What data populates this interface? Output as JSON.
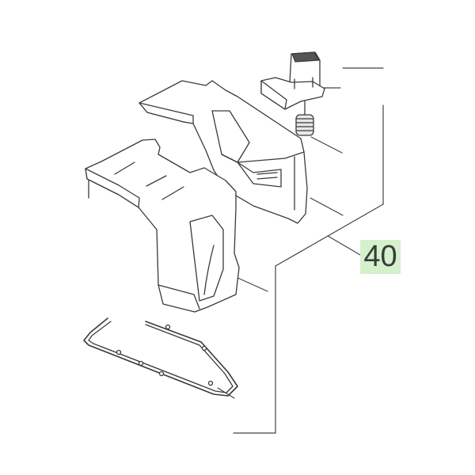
{
  "diagram": {
    "type": "exploded-parts-view",
    "parts": [
      {
        "name": "button-cap"
      },
      {
        "name": "spring"
      },
      {
        "name": "upper-cover-housing"
      },
      {
        "name": "lower-housing-frame"
      },
      {
        "name": "seal-gasket"
      }
    ],
    "callouts": [
      {
        "label": "40",
        "background": "#d4f0cc",
        "text_color": "#3a3a3a"
      }
    ]
  }
}
